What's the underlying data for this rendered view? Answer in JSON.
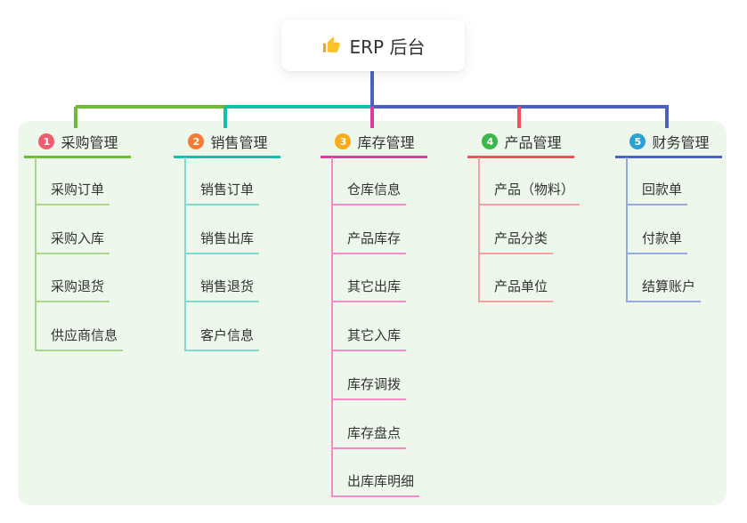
{
  "root": {
    "title": "ERP 后台",
    "icon": "thumbs-up-icon"
  },
  "colors": {
    "page_bg": "#ffffff",
    "panel_bg": "#edf7ec",
    "root_connector": "#4b61c6",
    "text": "#333333",
    "thumb_yellow": "#fbc12d",
    "thumb_cuff": "#e8a33d"
  },
  "branches": [
    {
      "number": "1",
      "label": "采购管理",
      "badge_color": "#f25b70",
      "line_color": "#6ebc35",
      "light_color": "#abd78c",
      "children": [
        "采购订单",
        "采购入库",
        "采购退货",
        "供应商信息"
      ]
    },
    {
      "number": "2",
      "label": "销售管理",
      "badge_color": "#f67b36",
      "line_color": "#14c0ac",
      "light_color": "#82d9cd",
      "children": [
        "销售订单",
        "销售出库",
        "销售退货",
        "客户信息"
      ]
    },
    {
      "number": "3",
      "label": "库存管理",
      "badge_color": "#fbaa1a",
      "line_color": "#e23a9b",
      "light_color": "#f18cc4",
      "children": [
        "仓库信息",
        "产品库存",
        "其它出库",
        "其它入库",
        "库存调拨",
        "库存盘点",
        "出库库明细"
      ]
    },
    {
      "number": "4",
      "label": "产品管理",
      "badge_color": "#3db64b",
      "line_color": "#f2505a",
      "light_color": "#f6a0a4",
      "children": [
        "产品（物料）",
        "产品分类",
        "产品单位"
      ]
    },
    {
      "number": "5",
      "label": "财务管理",
      "badge_color": "#2ba1d7",
      "line_color": "#4b61c6",
      "light_color": "#97a9dd",
      "children": [
        "回款单",
        "付款单",
        "结算账户"
      ]
    }
  ]
}
